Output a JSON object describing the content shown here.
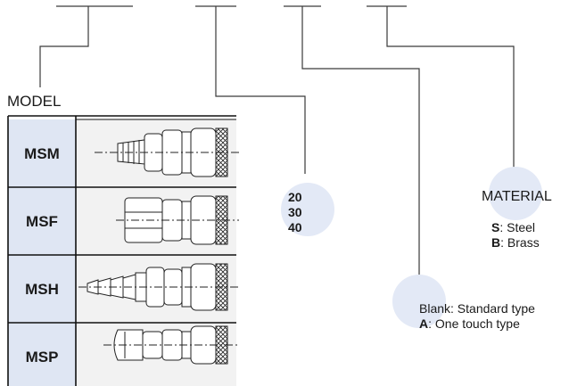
{
  "model": {
    "title": "MODEL",
    "items": [
      {
        "code": "MSM"
      },
      {
        "code": "MSF"
      },
      {
        "code": "MSH"
      },
      {
        "code": "MSP"
      }
    ]
  },
  "sizes": [
    "20",
    "30",
    "40"
  ],
  "material": {
    "title": "MATERIAL",
    "options": [
      {
        "code": "S",
        "desc": ": Steel"
      },
      {
        "code": "B",
        "desc": ": Brass"
      }
    ]
  },
  "type": {
    "options": [
      {
        "code": "",
        "desc": "Blank: Standard type"
      },
      {
        "code": "A",
        "desc": ": One touch type"
      }
    ]
  },
  "colors": {
    "leader": "#3a3a3a",
    "circle": "#e3e9f6",
    "code_cell": "#dfe6f3",
    "drawing_cell": "#f2f2f2",
    "table_border": "#111111"
  }
}
